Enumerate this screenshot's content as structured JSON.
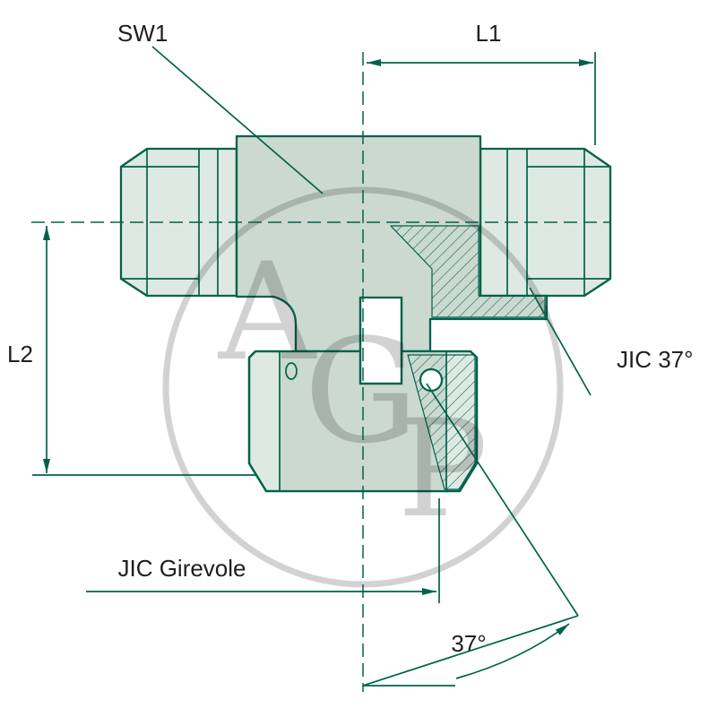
{
  "colors": {
    "background": "#FFFFFF",
    "line": "#00624B",
    "text": "#1E1E1E",
    "fill-light": "#DFE9E3",
    "fill-mid": "#CBD9D1",
    "watermark": "#D2D2D2"
  },
  "drawing": {
    "labels": {
      "sw1": "SW1",
      "l1": "L1",
      "l2": "L2",
      "jic_37": "JIC 37°",
      "jic_girevole": "JIC Girevole",
      "angle_37": "37°"
    },
    "watermark_letters": [
      "A",
      "G",
      "P"
    ]
  }
}
